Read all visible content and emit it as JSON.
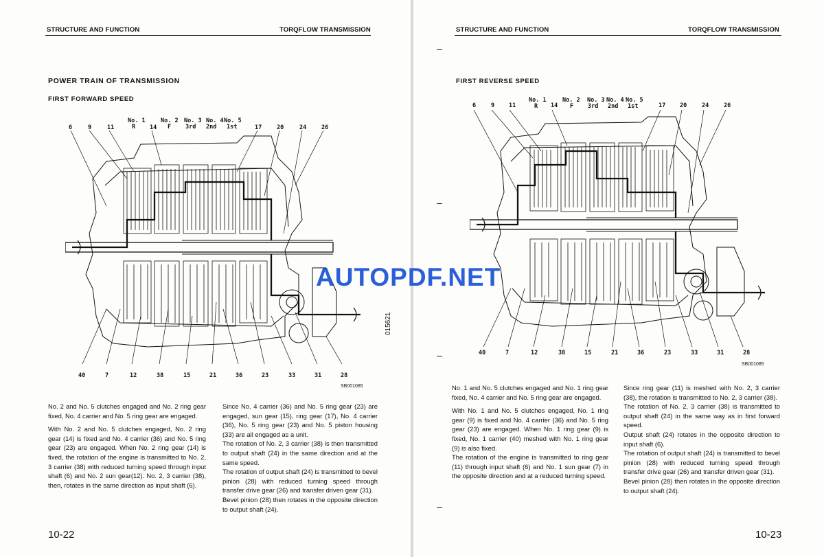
{
  "watermark": "AUTOPDF.NET",
  "left_page": {
    "header_left": "STRUCTURE AND FUNCTION",
    "header_right": "TORQFLOW TRANSMISSION",
    "section_title": "POWER TRAIN OF TRANSMISSION",
    "subsection_title": "FIRST FORWARD SPEED",
    "figure_code": "SB001085",
    "side_code": "015621",
    "clutch_labels": {
      "top": [
        "No. 1",
        "No. 2",
        "No. 3",
        "No. 4",
        "No. 5"
      ],
      "bottom": [
        "R",
        "F",
        "3rd",
        "2nd",
        "1st"
      ]
    },
    "callouts_top": [
      "6",
      "9",
      "11",
      "14",
      "17",
      "20",
      "24",
      "26"
    ],
    "callouts_bottom": [
      "40",
      "7",
      "12",
      "38",
      "15",
      "21",
      "36",
      "23",
      "33",
      "31",
      "28"
    ],
    "col1": [
      "No. 2 and No. 5 clutches engaged and No. 2 ring gear fixed, No. 4 carrier and No. 5 ring gear are engaged.",
      "With No. 2 and No. 5 clutches engaged, No. 2 ring gear (14) is fixed and No. 4 carrier (36) and No. 5 ring gear (23) are engaged. When No. 2 ring gear (14) is fixed, the rotation of the engine is transmitted to No. 2, 3 carrier (38) with reduced turning speed through input shaft (6) and No. 2 sun gear(12). No. 2, 3 carrier (38), then, rotates in the same direction as input shaft (6)."
    ],
    "col2": [
      "Since No. 4 carrier (36) and No. 5 ring gear (23) are engaged, sun gear (15), ring gear (17), No. 4 carrier (36), No. 5 ring gear (23) and No. 5 piston housing (33) are all engaged as a unit.",
      "The rotation of No. 2, 3 carrier (38) is then transmitted to output shaft (24) in the same direction and at the same speed.",
      "The rotation of output shaft (24) is transmitted to bevel pinion (28) with reduced turning speed through transfer drive gear (26) and transfer driven gear (31).",
      "Bevel pinion (28) then rotates in the opposite direction to output shaft (24)."
    ],
    "page_number": "10-22"
  },
  "right_page": {
    "header_left": "STRUCTURE AND FUNCTION",
    "header_right": "TORQFLOW TRANSMISSION",
    "subsection_title": "FIRST REVERSE SPEED",
    "figure_code": "SB001085",
    "clutch_labels": {
      "top": [
        "No. 1",
        "No. 2",
        "No. 3",
        "No. 4",
        "No. 5"
      ],
      "bottom": [
        "R",
        "F",
        "3rd",
        "2nd",
        "1st"
      ]
    },
    "callouts_top": [
      "6",
      "9",
      "11",
      "14",
      "17",
      "20",
      "24",
      "26"
    ],
    "callouts_bottom": [
      "40",
      "7",
      "12",
      "38",
      "15",
      "21",
      "36",
      "23",
      "33",
      "31",
      "28"
    ],
    "col1": [
      "No. 1 and No. 5 clutches engaged and No. 1 ring gear fixed, No. 4 carrier and No. 5 ring gear are engaged.",
      "With No. 1 and No. 5 clutches engaged, No. 1 ring gear (9) is fixed and No. 4 carrier (36) and No. 5 ring gear (23) are engaged. When No. 1 ring gear (9) is fixed, No. 1 carrier (40) meshed with No. 1 ring gear (9) is also fixed.",
      "The rotation of the engine is transmitted to ring gear (11) through input shaft (6) and No. 1 sun gear (7) in the opposite direction and at a reduced turning speed."
    ],
    "col2": [
      "Since ring gear (11) is meshed with No. 2, 3 carrier (38), the rotation is transmitted to No. 2, 3 carrier (38).",
      "The rotation of No. 2, 3 carrier (38) is transmitted to output shaft (24) in the same way as in first forward speed.",
      "Output shaft (24) rotates in the opposite direction to input shaft (6).",
      "The rotation of output shaft (24) is transmitted to bevel pinion (28) with reduced turning speed through transfer drive gear (26) and transfer driven gear (31).",
      "Bevel pinion (28) then rotates in the opposite direction to output shaft (24)."
    ],
    "page_number": "10-23"
  }
}
